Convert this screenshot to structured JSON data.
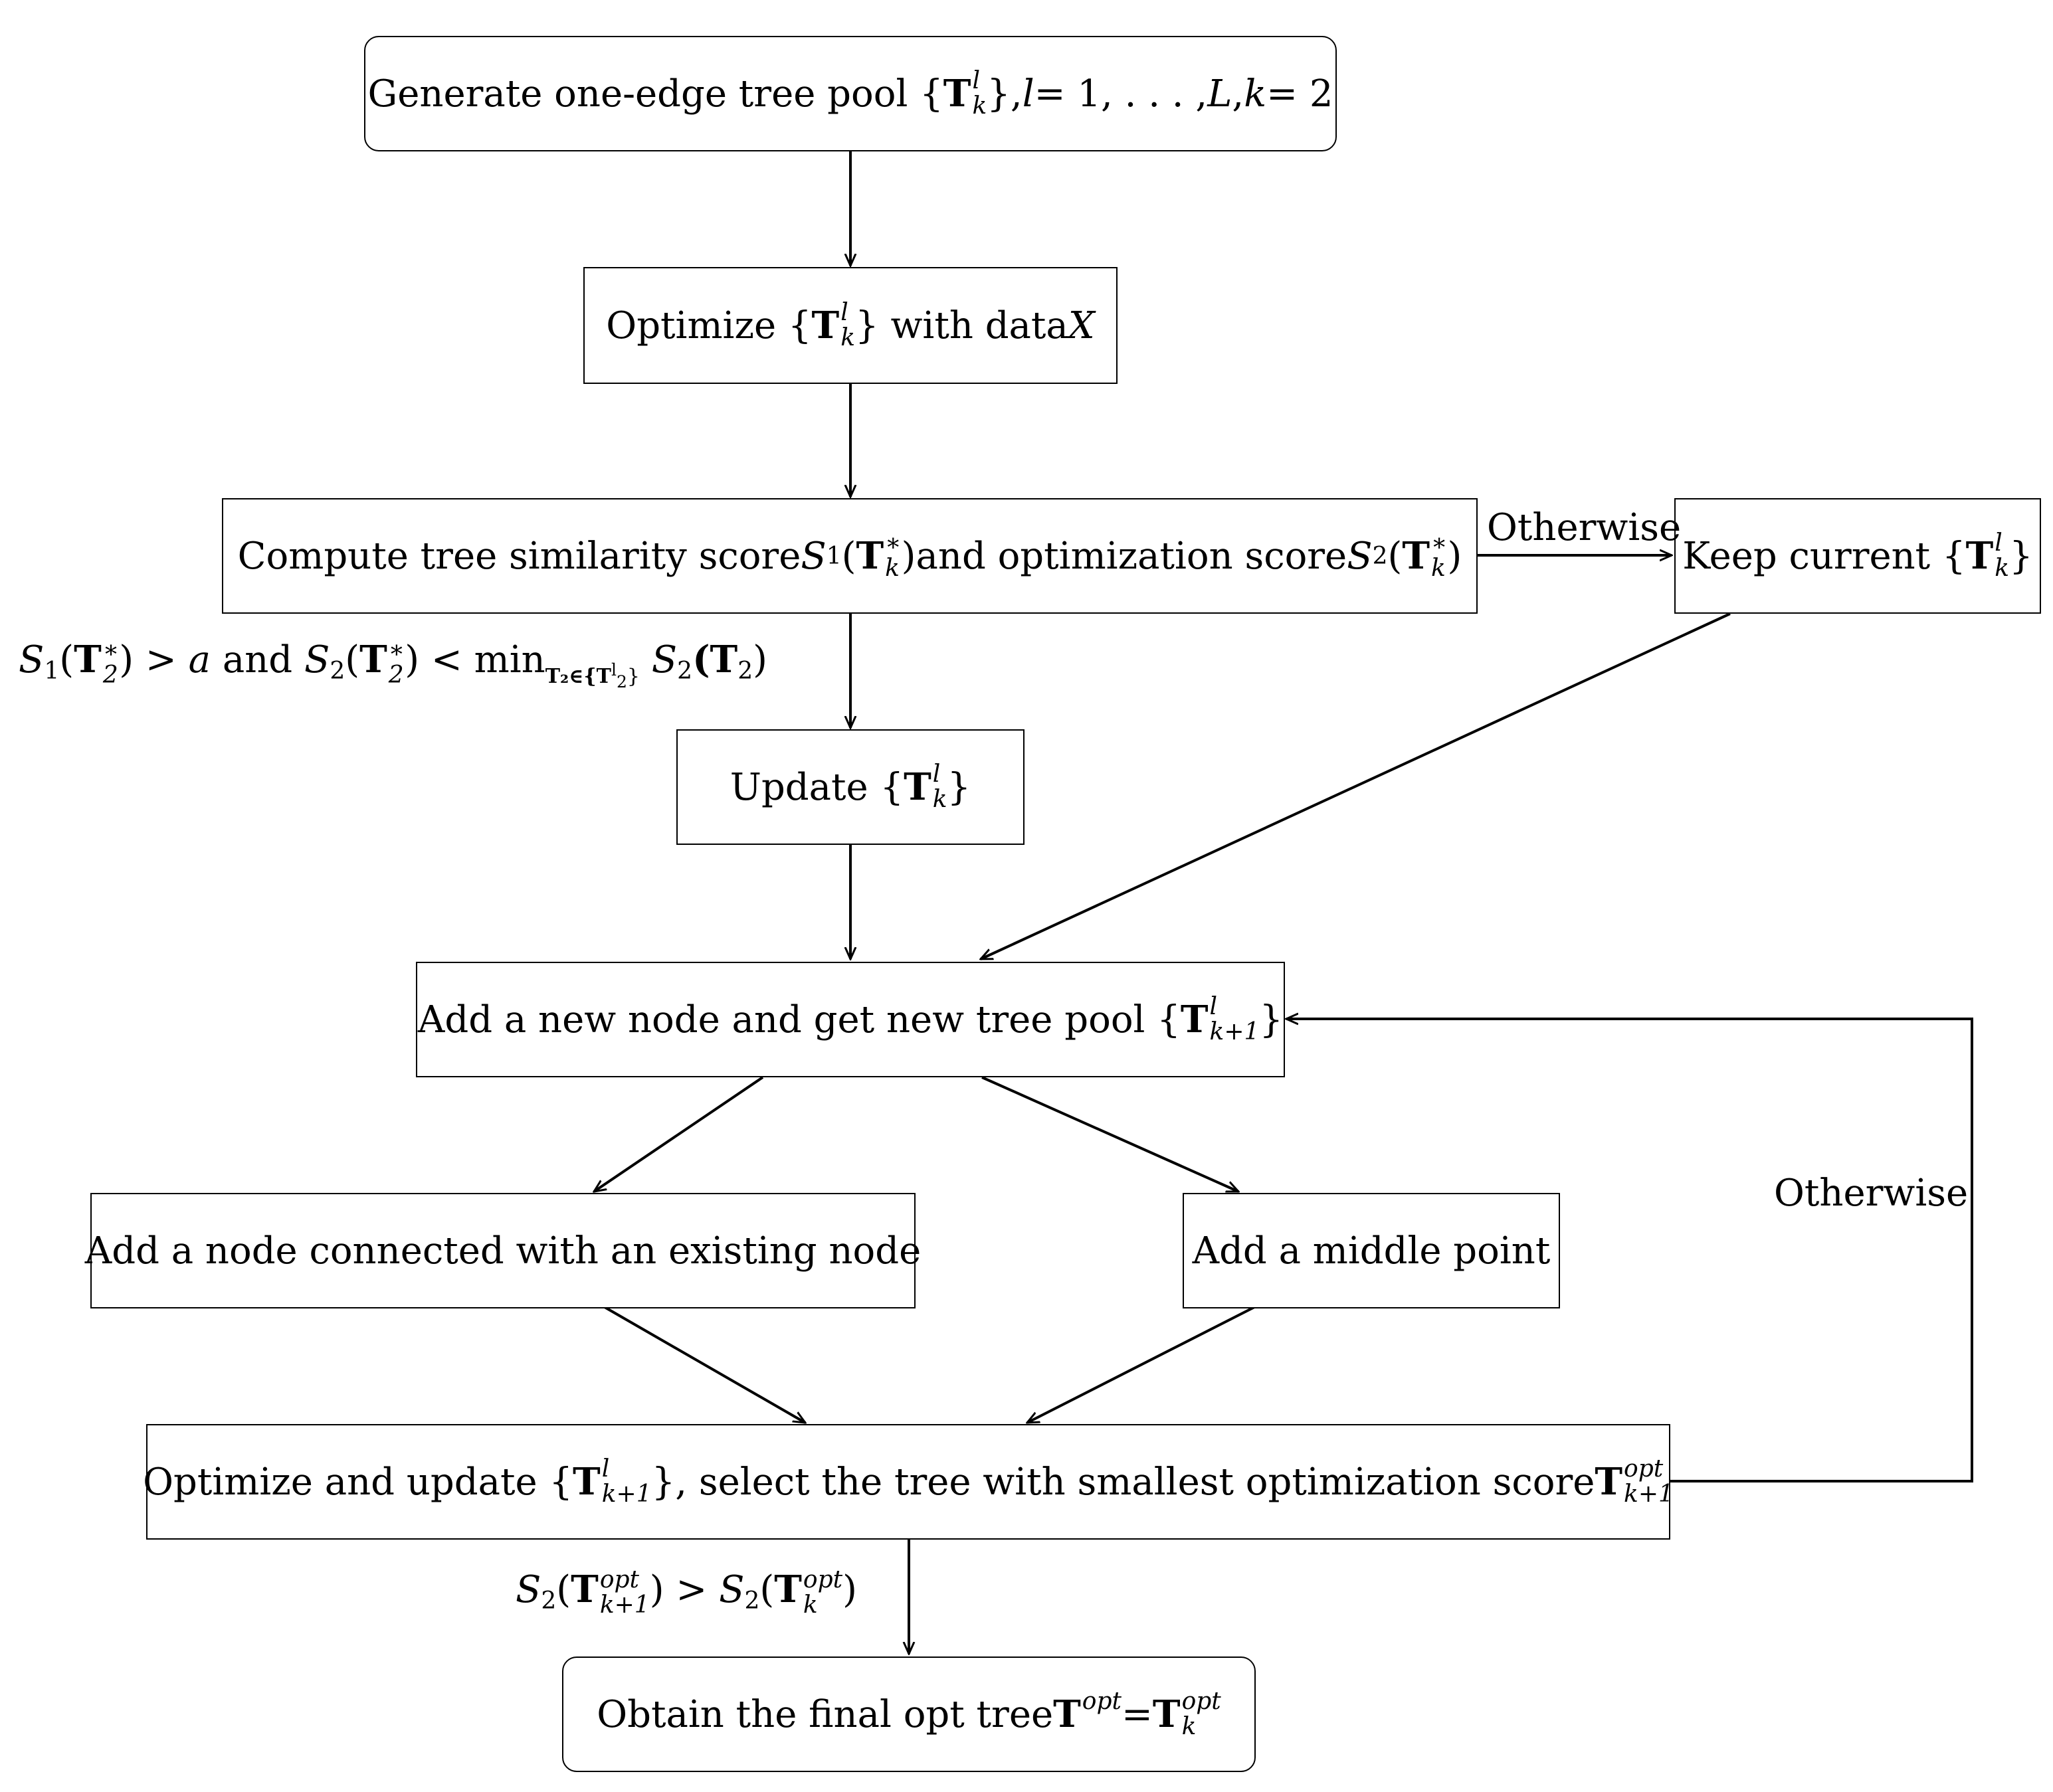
{
  "nodes": {
    "n1": {
      "p1": "Generate one-edge tree pool {",
      "T": "T",
      "sup": "l",
      "sub": "k",
      "p2": "}, ",
      "l": "l",
      "eq1": " = 1, . . . , ",
      "L": "L",
      "comma": ", ",
      "k": "k",
      "eq2": " = 2"
    },
    "n2": {
      "p1": "Optimize {",
      "T": "T",
      "sup": "l",
      "sub": "k",
      "p2": "} with data ",
      "X": "X"
    },
    "n3": {
      "p1": "Compute tree similarity score ",
      "S": "S",
      "s1": "1",
      "open": "(",
      "T": "T",
      "sup": "∗",
      "sub": "k",
      "close": ")",
      "p2": " and optimization score ",
      "S2": "S",
      "s2": "2",
      "open2": "(",
      "T2": "T",
      "sup2": "∗",
      "sub2": "k",
      "close2": ")"
    },
    "n4": {
      "p1": "Keep current {",
      "T": "T",
      "sup": "l",
      "sub": "k",
      "p2": "}"
    },
    "n5": {
      "p1": "Update {",
      "T": "T",
      "sup": "l",
      "sub": "k",
      "p2": "}"
    },
    "n6": {
      "p1": "Add a new node and get new tree pool {",
      "T": "T",
      "sup": "l",
      "sub": "k+1",
      "p2": "}"
    },
    "n7": {
      "text": "Add a node connected with an existing node"
    },
    "n8": {
      "text": "Add a middle point"
    },
    "n9": {
      "p1": "Optimize and update {",
      "T": "T",
      "sup": "l",
      "sub": "k+1",
      "p2": "}, select the tree with smallest optimization score ",
      "T2": "T",
      "sup2": "opt",
      "sub2": "k+1"
    },
    "n10": {
      "p1": "Obtain the final opt tree ",
      "T": "T",
      "sup": "opt",
      "eq": " = ",
      "T2": "T",
      "sup2": "opt",
      "sub2": "k"
    }
  },
  "edge_labels": {
    "otherwise_right": "Otherwise",
    "otherwise_loop": "Otherwise",
    "cond1": {
      "S": "S",
      "s1": "1",
      "T": "T",
      "sup": "∗",
      "sub": "2",
      "gt": ") > ",
      "a": "a",
      "and": " and ",
      "S2": "S",
      "s2": "2",
      "T2": "T",
      "sup2": "∗",
      "sub2": "2",
      "lt": ") < min",
      "subscript": "T₂∈{T",
      "subsup": "l",
      "subsub": "2",
      "subend": "}",
      "tail": " S",
      "tail_sub": "2",
      "tail_arg": "(T",
      "tail_arg_sub": "2",
      "tail_close": ")"
    },
    "cond2": {
      "S": "S",
      "s": "2",
      "T": "T",
      "sup": "opt",
      "sub": "k+1",
      "gt": ") > ",
      "S2": "S",
      "s2": "2",
      "T2": "T",
      "sup2": "opt",
      "sub2": "k",
      "close": ")"
    }
  }
}
